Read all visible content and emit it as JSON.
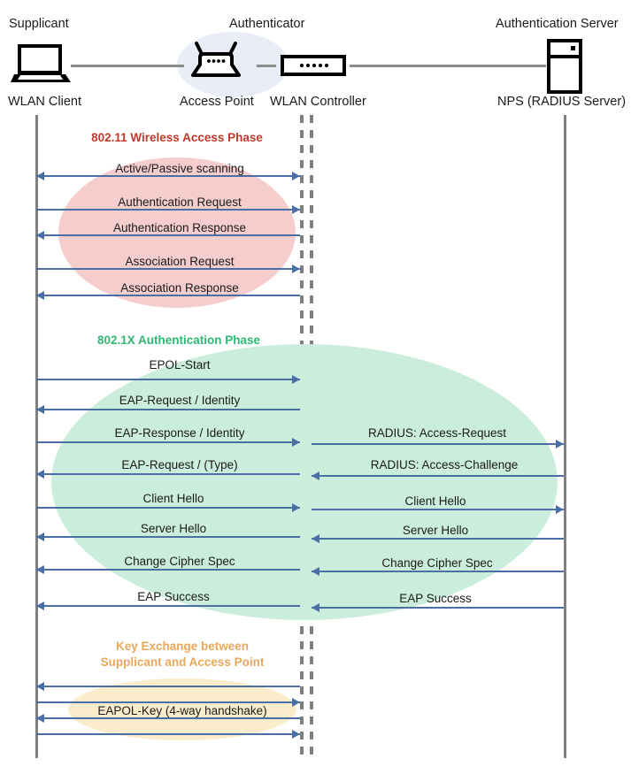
{
  "diagram": {
    "title": "802.1X WLAN authentication sequence",
    "colors": {
      "arrow": "#4a6fa5",
      "lifeline": "#7f7f7f",
      "phase1_text": "#c0392b",
      "phase1_blob": "#f5cdcd",
      "phase2_text": "#2eb872",
      "phase2_blob": "#cbeddb",
      "phase3_text": "#e8a champagne",
      "phase3_blob": "#fbeccb",
      "authenticator_blob": "#e8edf7"
    }
  },
  "actors": [
    {
      "role": "Supplicant",
      "device": "WLAN Client",
      "icon": "laptop-icon"
    },
    {
      "role": "Authenticator",
      "device": "Access Point",
      "icon": "access-point-icon"
    },
    {
      "role": "",
      "device": "WLAN Controller",
      "icon": "wlan-controller-icon"
    },
    {
      "role": "Authentication Server",
      "device": "NPS (RADIUS Server)",
      "icon": "server-icon"
    }
  ],
  "phases": [
    {
      "id": "phase-802-11",
      "label": "802.11 Wireless Access Phase",
      "color": "#c0392b",
      "messages": [
        {
          "text": "Active/Passive scanning",
          "dir": "both",
          "side": "left"
        },
        {
          "text": "Authentication Request",
          "dir": "right",
          "side": "left"
        },
        {
          "text": "Authentication Response",
          "dir": "left",
          "side": "left"
        },
        {
          "text": "Association Request",
          "dir": "right",
          "side": "left"
        },
        {
          "text": "Association Response",
          "dir": "left",
          "side": "left"
        }
      ]
    },
    {
      "id": "phase-802-1x",
      "label": "802.1X Authentication Phase",
      "color": "#2eb872",
      "messages": [
        {
          "text": "EPOL-Start",
          "dir": "right",
          "side": "left"
        },
        {
          "text": "EAP-Request / Identity",
          "dir": "left",
          "side": "left"
        },
        {
          "text": "EAP-Response / Identity",
          "dir": "right",
          "side": "left"
        },
        {
          "text": "RADIUS: Access-Request",
          "dir": "right",
          "side": "right"
        },
        {
          "text": "EAP-Request / (Type)",
          "dir": "left",
          "side": "left"
        },
        {
          "text": "RADIUS: Access-Challenge",
          "dir": "left",
          "side": "right"
        },
        {
          "text": "Client Hello",
          "dir": "right",
          "side": "left"
        },
        {
          "text": "Client Hello",
          "dir": "right",
          "side": "right"
        },
        {
          "text": "Server Hello",
          "dir": "left",
          "side": "left"
        },
        {
          "text": "Server Hello",
          "dir": "left",
          "side": "right"
        },
        {
          "text": "Change Cipher Spec",
          "dir": "left",
          "side": "left"
        },
        {
          "text": "Change Cipher Spec",
          "dir": "left",
          "side": "right"
        },
        {
          "text": "EAP Success",
          "dir": "left",
          "side": "left"
        },
        {
          "text": "EAP Success",
          "dir": "left",
          "side": "right"
        }
      ]
    },
    {
      "id": "phase-key-exchange",
      "label": "Key Exchange between\nSupplicant and Access Point",
      "color": "#e8a85c",
      "messages": [
        {
          "text": "",
          "dir": "left",
          "side": "left"
        },
        {
          "text": "",
          "dir": "right",
          "side": "left"
        },
        {
          "text": "EAPOL-Key (4-way handshake)",
          "dir": "left",
          "side": "left"
        },
        {
          "text": "",
          "dir": "right",
          "side": "left"
        }
      ]
    }
  ],
  "messages_flat": {
    "m1": "Active/Passive scanning",
    "m2": "Authentication Request",
    "m3": "Authentication Response",
    "m4": "Association Request",
    "m5": "Association Response",
    "m6": "EPOL-Start",
    "m7": "EAP-Request / Identity",
    "m8": "EAP-Response / Identity",
    "m9": "RADIUS: Access-Request",
    "m10": "EAP-Request / (Type)",
    "m11": "RADIUS: Access-Challenge",
    "m12": "Client Hello",
    "m13": "Client Hello",
    "m14": "Server Hello",
    "m15": "Server Hello",
    "m16": "Change Cipher Spec",
    "m17": "Change Cipher Spec",
    "m18": "EAP Success",
    "m19": "EAP Success",
    "m20": "EAPOL-Key (4-way handshake)"
  },
  "phase_labels": {
    "p1": "802.11 Wireless Access Phase",
    "p2": "802.1X Authentication Phase",
    "p3": "Key Exchange between\nSupplicant and Access Point"
  },
  "actor_labels": {
    "a1_role": "Supplicant",
    "a1_device": "WLAN Client",
    "a2_role": "Authenticator",
    "a2_device": "Access Point",
    "a3_device": "WLAN Controller",
    "a4_role": "Authentication Server",
    "a4_device": "NPS (RADIUS Server)"
  }
}
